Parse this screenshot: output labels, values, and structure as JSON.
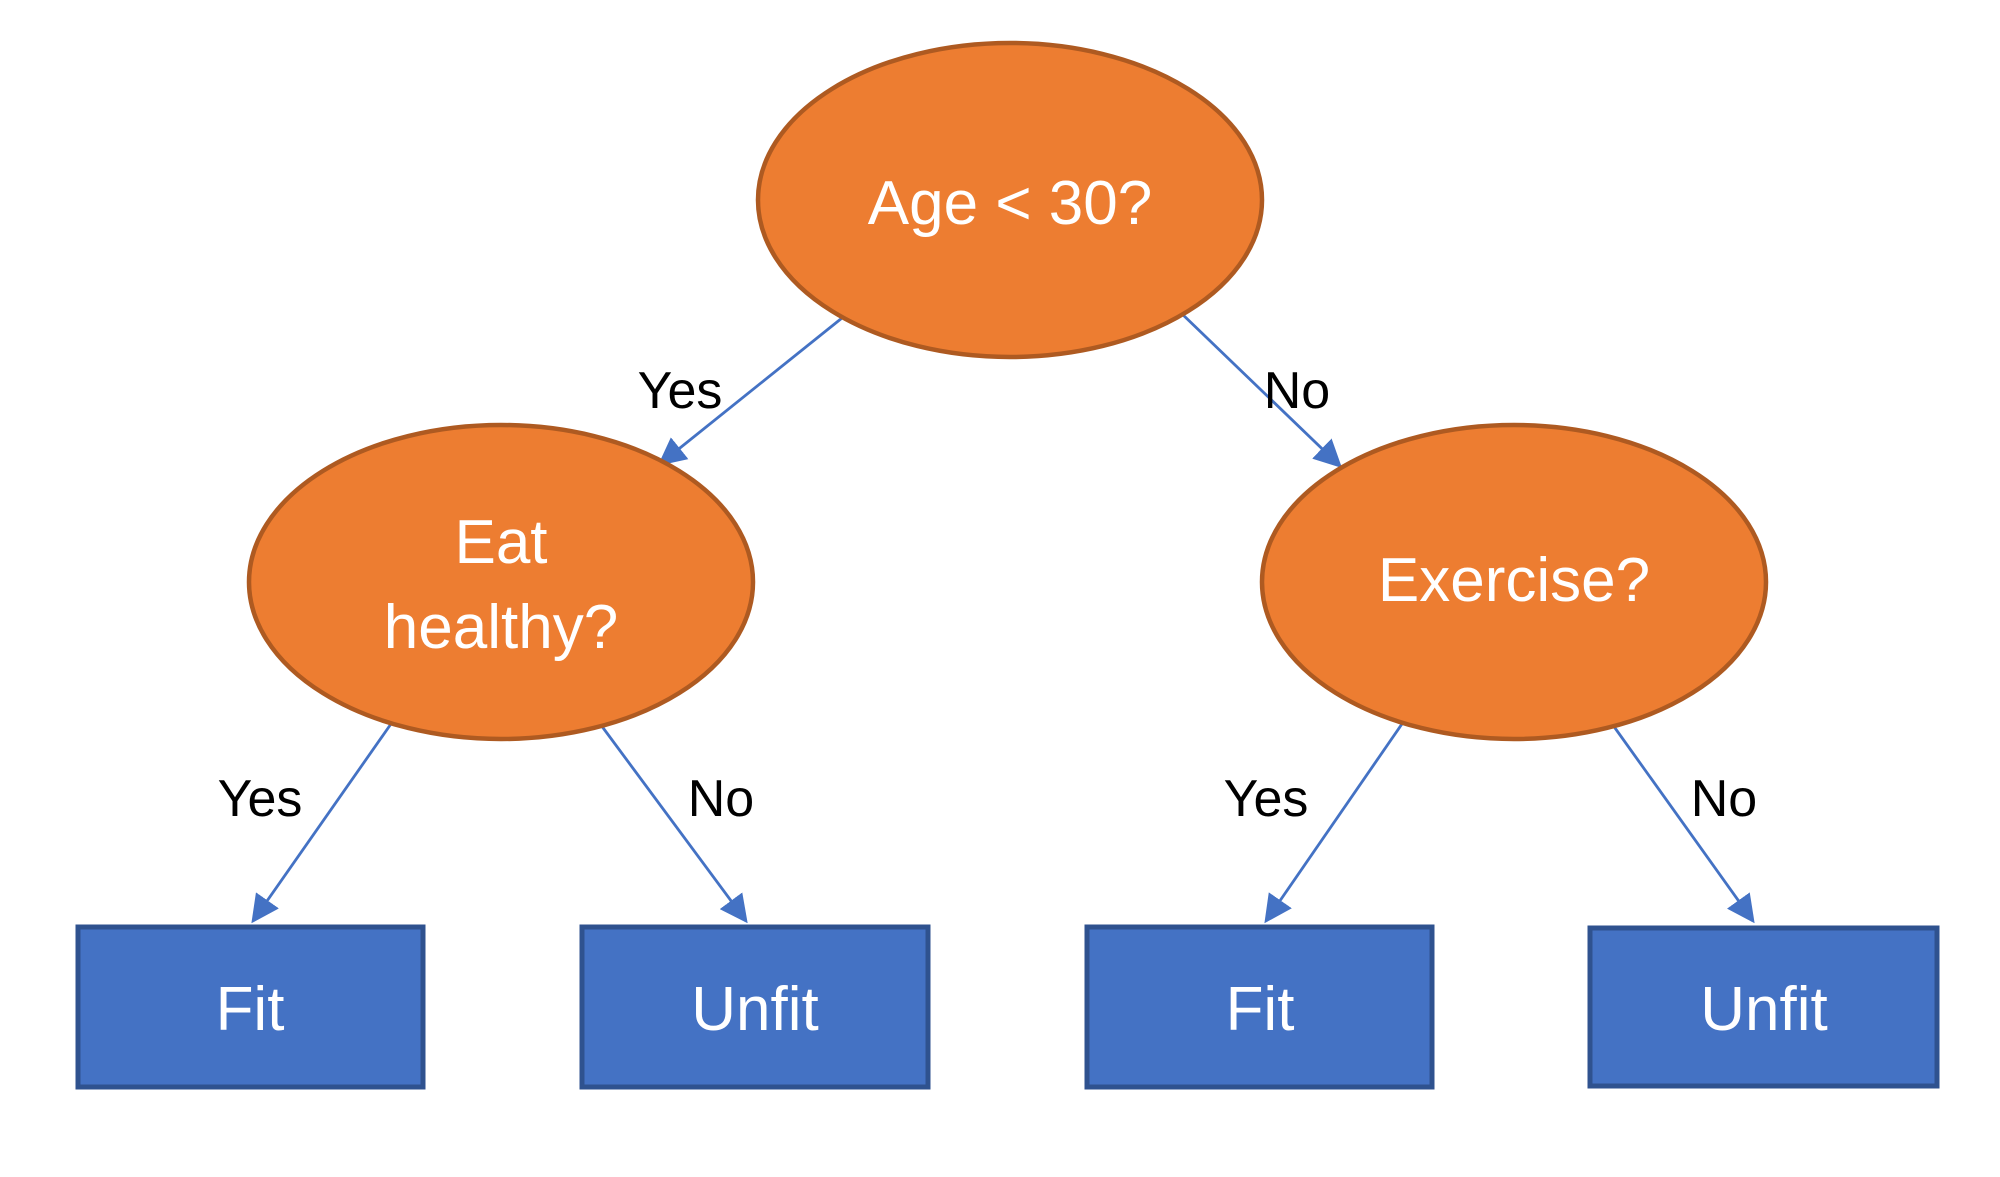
{
  "diagram": {
    "type": "decision-tree",
    "background": "#ffffff",
    "colors": {
      "decision_fill": "#ED7D31",
      "decision_stroke": "#AE5A21",
      "decision_text": "#FFFFFF",
      "outcome_fill": "#4472C4",
      "outcome_stroke": "#2F528F",
      "outcome_text": "#FFFFFF",
      "edge_line": "#4472C4",
      "edge_label_text": "#000000"
    },
    "nodes": {
      "root": {
        "id": "root",
        "kind": "decision",
        "shape": "ellipse",
        "label": "Age < 30?"
      },
      "eat_healthy": {
        "id": "eat_healthy",
        "kind": "decision",
        "shape": "ellipse",
        "label": "Eat healthy?",
        "line1": "Eat",
        "line2": "healthy?"
      },
      "exercise": {
        "id": "exercise",
        "kind": "decision",
        "shape": "ellipse",
        "label": "Exercise?"
      },
      "fit_left": {
        "id": "fit_left",
        "kind": "outcome",
        "shape": "rect",
        "label": "Fit"
      },
      "unfit_left": {
        "id": "unfit_left",
        "kind": "outcome",
        "shape": "rect",
        "label": "Unfit"
      },
      "fit_right": {
        "id": "fit_right",
        "kind": "outcome",
        "shape": "rect",
        "label": "Fit"
      },
      "unfit_right": {
        "id": "unfit_right",
        "kind": "outcome",
        "shape": "rect",
        "label": "Unfit"
      }
    },
    "edges": {
      "root_yes": {
        "from": "root",
        "to": "eat_healthy",
        "label": "Yes"
      },
      "root_no": {
        "from": "root",
        "to": "exercise",
        "label": "No"
      },
      "eat_yes": {
        "from": "eat_healthy",
        "to": "fit_left",
        "label": "Yes"
      },
      "eat_no": {
        "from": "eat_healthy",
        "to": "unfit_left",
        "label": "No"
      },
      "exercise_yes": {
        "from": "exercise",
        "to": "fit_right",
        "label": "Yes"
      },
      "exercise_no": {
        "from": "exercise",
        "to": "unfit_right",
        "label": "No"
      }
    }
  }
}
